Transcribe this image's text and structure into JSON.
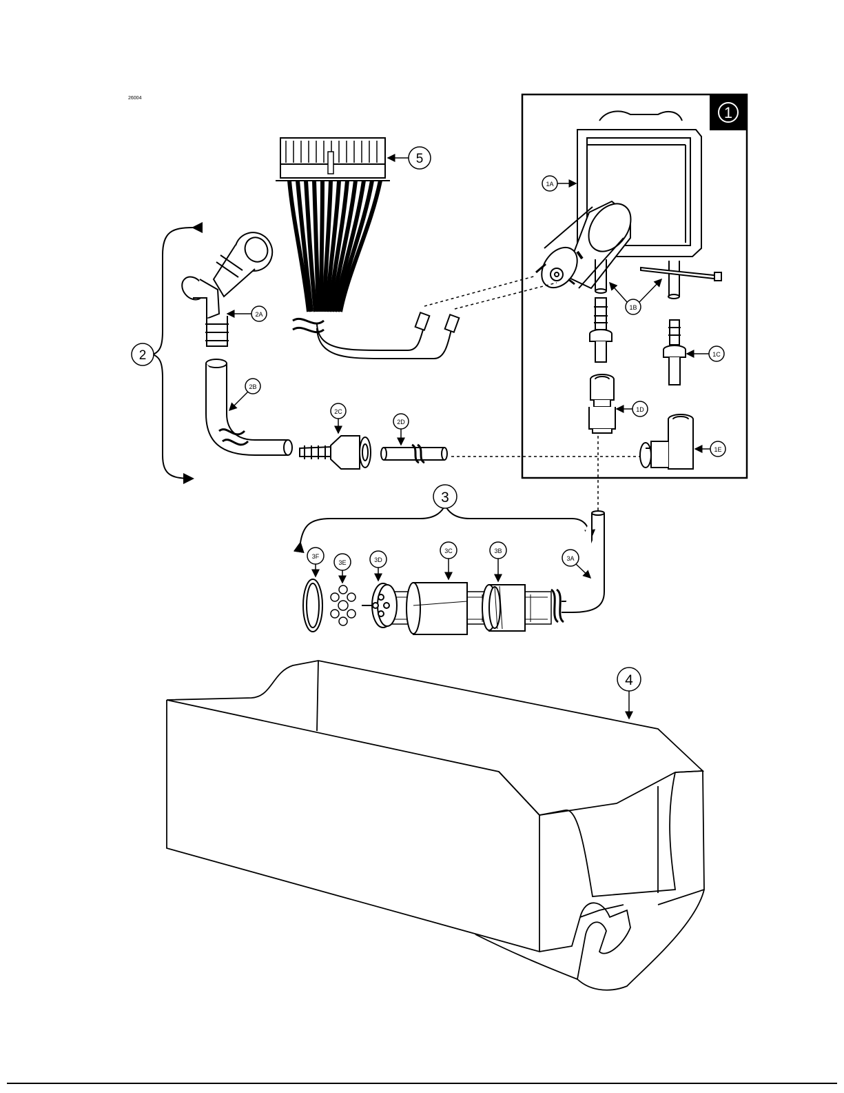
{
  "figure_number": "26004",
  "callouts": {
    "c1": "1",
    "c1A": "1A",
    "c1B": "1B",
    "c1C": "1C",
    "c1D": "1D",
    "c1E": "1E",
    "c2": "2",
    "c2A": "2A",
    "c2B": "2B",
    "c2C": "2C",
    "c2D": "2D",
    "c3": "3",
    "c3A": "3A",
    "c3B": "3B",
    "c3C": "3C",
    "c3D": "3D",
    "c3E": "3E",
    "c3F": "3F",
    "c4": "4",
    "c5": "5"
  },
  "colors": {
    "line": "#000000",
    "inset_tab": "#000000",
    "inset_tab_text": "#ffffff"
  }
}
